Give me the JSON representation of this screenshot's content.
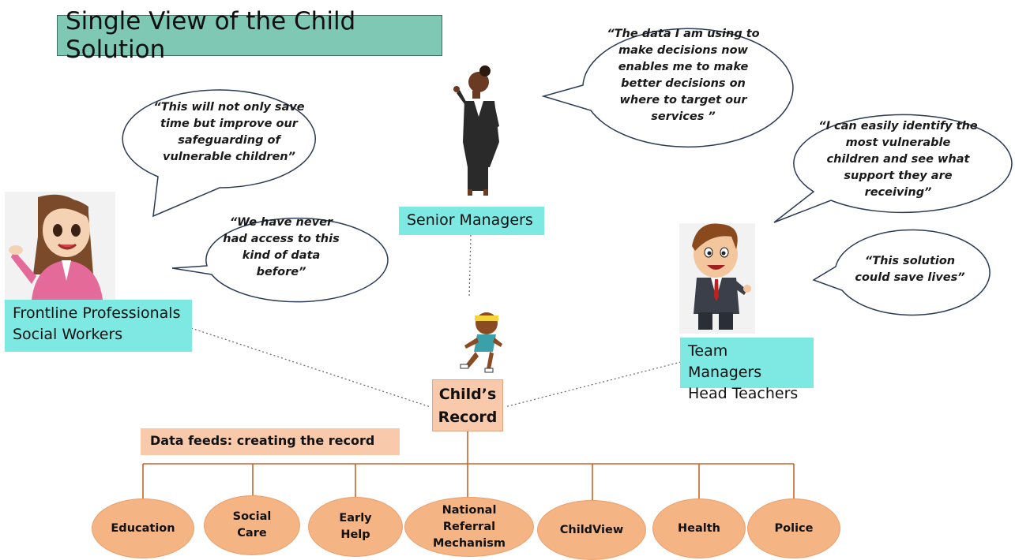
{
  "title": "Single View of the Child Solution",
  "roles": {
    "frontline": [
      "Frontline Professionals",
      "Social Workers"
    ],
    "senior": "Senior Managers",
    "team": [
      "Team Managers",
      "Head Teachers"
    ]
  },
  "quotes": {
    "safeguarding": [
      "“This will not only save",
      "time but improve our",
      "safeguarding of",
      "vulnerable children”"
    ],
    "never_access": [
      "“We have never",
      "had access to this",
      "kind of data",
      "before”"
    ],
    "decisions": [
      "“The data I am using to",
      "make decisions now",
      "enables me to make",
      "better decisions on",
      "where to target our",
      "services ”"
    ],
    "identify": [
      "“I can easily identify the",
      "most vulnerable",
      "children and see what",
      "support they are",
      "receiving”"
    ],
    "save_lives": [
      "“This solution",
      "could save lives”"
    ]
  },
  "record": [
    "Child’s",
    "Record"
  ],
  "feeds_label": "Data feeds: creating the record",
  "feeds": [
    [
      "Education"
    ],
    [
      "Social",
      "Care"
    ],
    [
      "Early",
      "Help"
    ],
    [
      "National",
      "Referral",
      "Mechanism"
    ],
    [
      "ChildView"
    ],
    [
      "Health"
    ],
    [
      "Police"
    ]
  ],
  "colors": {
    "title_bg": "#7fc8b4",
    "role_bg": "#7ee9e2",
    "record_bg": "#f8c9ab",
    "feed_bg": "#f4b483",
    "tree_line": "#c4642a"
  },
  "icons": {
    "frontline": "woman-social-worker-illustration",
    "senior": "woman-manager-illustration",
    "team": "man-teacher-illustration",
    "child": "running-child-illustration"
  }
}
